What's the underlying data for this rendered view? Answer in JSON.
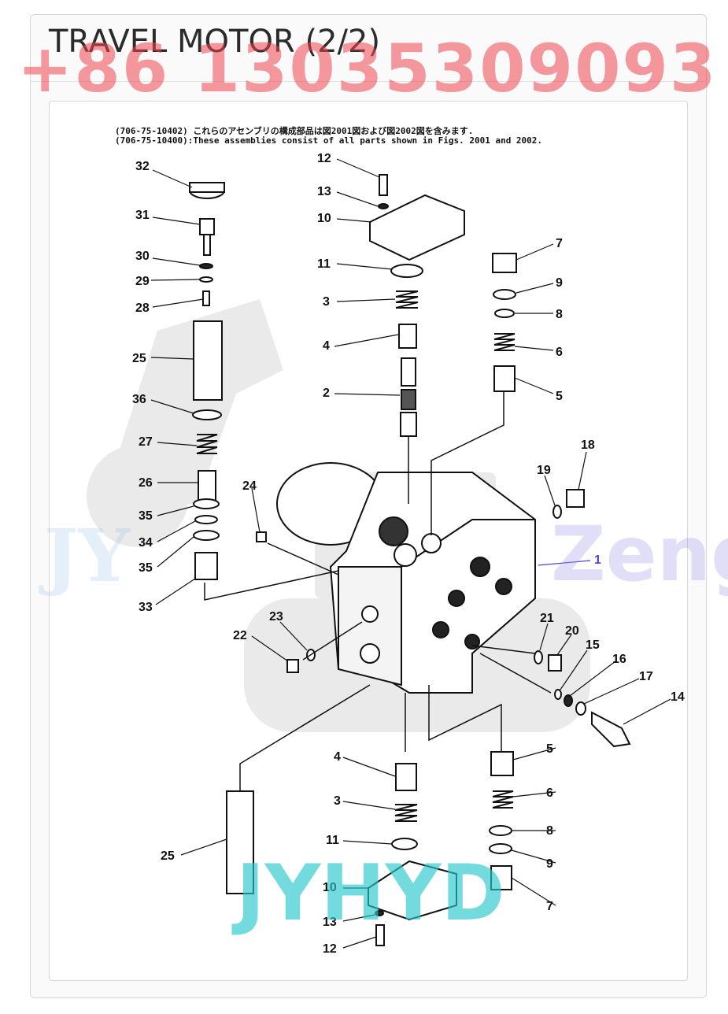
{
  "page": {
    "title": "TRAVEL MOTOR (2/2)"
  },
  "diagram": {
    "note_line1": "(706-75-10402) これらのアセンブリの構成部品は図2001図および図2002図を含みます.",
    "note_line2": "(706-75-10400):These assemblies consist of all parts shown in Figs. 2001 and 2002.",
    "labels": [
      "32",
      "31",
      "30",
      "29",
      "28",
      "25",
      "36",
      "27",
      "26",
      "35",
      "34",
      "35",
      "33",
      "24",
      "12",
      "13",
      "10",
      "11",
      "3",
      "4",
      "2",
      "7",
      "9",
      "8",
      "6",
      "5",
      "18",
      "19",
      "1",
      "21",
      "20",
      "15",
      "16",
      "17",
      "14",
      "23",
      "22",
      "4",
      "3",
      "11",
      "10",
      "13",
      "12",
      "25",
      "5",
      "6",
      "8",
      "9",
      "7"
    ]
  },
  "watermarks": {
    "phone": "+86 13035309093",
    "brand_right": "Zeng",
    "brand_left": "JY",
    "brand_bottom": "JYHYD"
  }
}
